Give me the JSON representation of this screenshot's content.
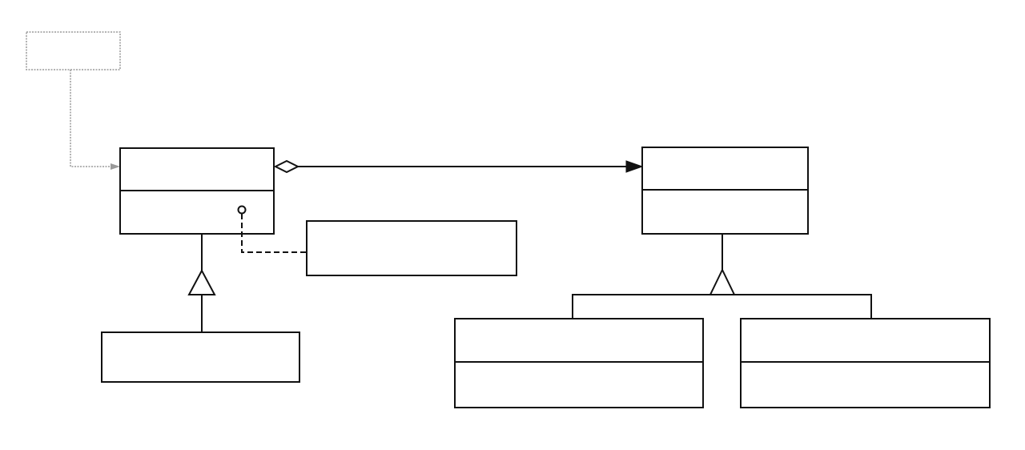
{
  "diagram": {
    "type": "uml-class-diagram",
    "text_labels": [],
    "classes": [
      {
        "id": "client-note",
        "compartments": 1,
        "style": "dotted"
      },
      {
        "id": "main-class",
        "compartments": 2,
        "style": "solid"
      },
      {
        "id": "main-subclass",
        "compartments": 1,
        "style": "solid"
      },
      {
        "id": "note-box",
        "compartments": 1,
        "style": "solid"
      },
      {
        "id": "aggregated-class",
        "compartments": 2,
        "style": "solid"
      },
      {
        "id": "concrete-class-a",
        "compartments": 2,
        "style": "solid"
      },
      {
        "id": "concrete-class-b",
        "compartments": 2,
        "style": "solid"
      }
    ],
    "relationships": [
      {
        "id": "client-dependency",
        "from": "client-note",
        "to": "main-class",
        "kind": "dependency"
      },
      {
        "id": "aggregation",
        "from": "main-class",
        "to": "aggregated-class",
        "kind": "aggregation-navigable"
      },
      {
        "id": "note-attachment",
        "from": "main-class",
        "to": "note-box",
        "kind": "note-link"
      },
      {
        "id": "subclass-inheritance",
        "from": "main-subclass",
        "to": "main-class",
        "kind": "generalization"
      },
      {
        "id": "concrete-inheritance",
        "from": [
          "concrete-class-a",
          "concrete-class-b"
        ],
        "to": "aggregated-class",
        "kind": "generalization"
      }
    ]
  }
}
